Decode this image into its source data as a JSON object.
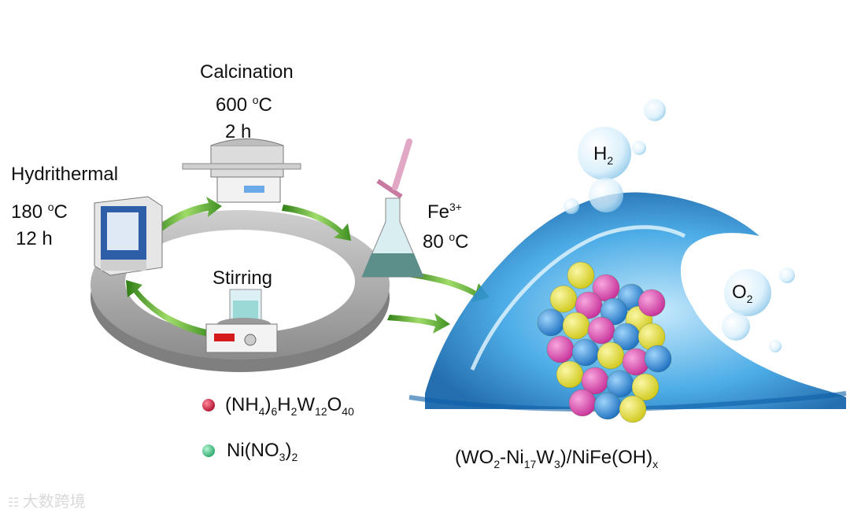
{
  "steps": {
    "calcination": {
      "title": "Calcination",
      "temp": "600",
      "temp_unit": "C",
      "time": "2 h"
    },
    "hydrothermal": {
      "title": "Hydrithermal",
      "temp": "180",
      "temp_unit": "C",
      "time": "12 h"
    },
    "stirring": {
      "title": "Stirring"
    },
    "iron": {
      "ion": "Fe",
      "charge": "3+",
      "temp": "80",
      "temp_unit": "C"
    }
  },
  "legend": {
    "item1": {
      "p1": "(NH",
      "s1": "4",
      "p2": ")",
      "s2": "6",
      "p3": "H",
      "s3": "2",
      "p4": "W",
      "s4": "12",
      "p5": "O",
      "s5": "40",
      "color": "#d0153e"
    },
    "item2": {
      "p1": "Ni(NO",
      "s1": "3",
      "p2": ")",
      "s2": "2",
      "color": "#3ecf8a"
    }
  },
  "product": {
    "p1": "(WO",
    "s1": "2",
    "p2": "-Ni",
    "s2": "17",
    "p3": "W",
    "s3": "3",
    "p4": ")/NiFe(OH)",
    "s4": "x"
  },
  "gases": {
    "h2": "H",
    "h2_sub": "2",
    "o2": "O",
    "o2_sub": "2"
  },
  "watermark": "大数跨境",
  "colors": {
    "arrow_green": "#3f8f22",
    "ring_gray": "#9a9a9a",
    "water_blue": "#1f8fd6",
    "sphere_yellow": "#e8e23a",
    "sphere_pink": "#e04fb4",
    "sphere_blue": "#2f8fd8"
  }
}
